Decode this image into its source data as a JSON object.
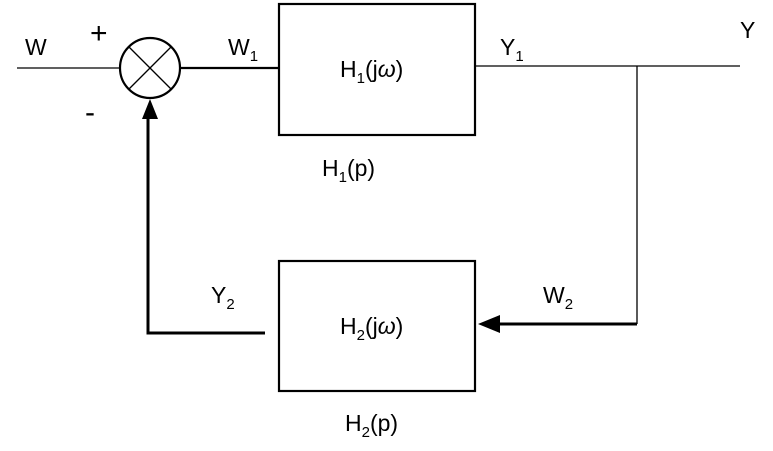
{
  "diagram": {
    "signals": {
      "input": "W",
      "output": "Y",
      "w1": {
        "base": "W",
        "sub": "1"
      },
      "y1": {
        "base": "Y",
        "sub": "1"
      },
      "w2": {
        "base": "W",
        "sub": "2"
      },
      "y2": {
        "base": "Y",
        "sub": "2"
      }
    },
    "summing_junction": {
      "plus_sign": "+",
      "minus_sign": "-"
    },
    "blocks": {
      "forward": {
        "base": "H",
        "sub": "1",
        "arg_open": "(j",
        "omega": "ω",
        "arg_close": ")",
        "caption": {
          "base": "H",
          "sub": "1",
          "arg": "(p)"
        }
      },
      "feedback": {
        "base": "H",
        "sub": "2",
        "arg_open": "(j",
        "omega": "ω",
        "arg_close": ")",
        "caption": {
          "base": "H",
          "sub": "2",
          "arg": "(p)"
        }
      }
    },
    "colors": {
      "line": "#000000",
      "background": "#ffffff"
    }
  }
}
